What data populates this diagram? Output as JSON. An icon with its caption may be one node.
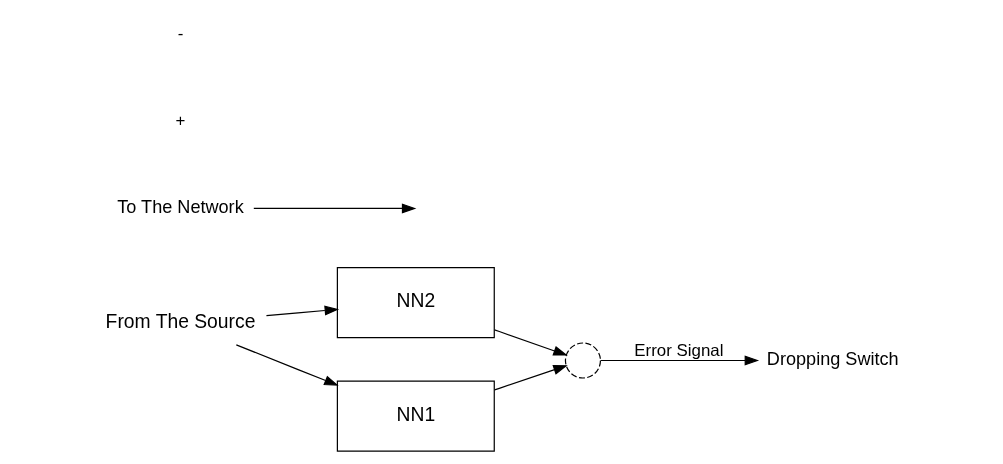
{
  "diagram": {
    "nodes": [
      {
        "text": [
          "From The Source"
        ]
      },
      {
        "text": [
          "NN2"
        ]
      },
      {
        "text": [
          "NN1"
        ]
      },
      {
        "text": [],
        "shape": "circle"
      },
      {
        "text": [
          "Dropping Switch"
        ]
      },
      {
        "text": [
          "To The Network"
        ]
      }
    ],
    "edges": [
      {
        "from": 0,
        "to": 1,
        "arrow": "to"
      },
      {
        "from": 0,
        "to": 2,
        "arrow": "to"
      },
      {
        "from": 1,
        "to": 3,
        "arrow": "to"
      },
      {
        "from": 2,
        "to": 3,
        "arrow": "to"
      },
      {
        "from": 3,
        "to": 4,
        "arrow": "to",
        "label": "Error Signal"
      },
      {
        "from": 5,
        "to": null,
        "arrow": "to"
      }
    ],
    "labels": [
      "+",
      "-"
    ]
  }
}
